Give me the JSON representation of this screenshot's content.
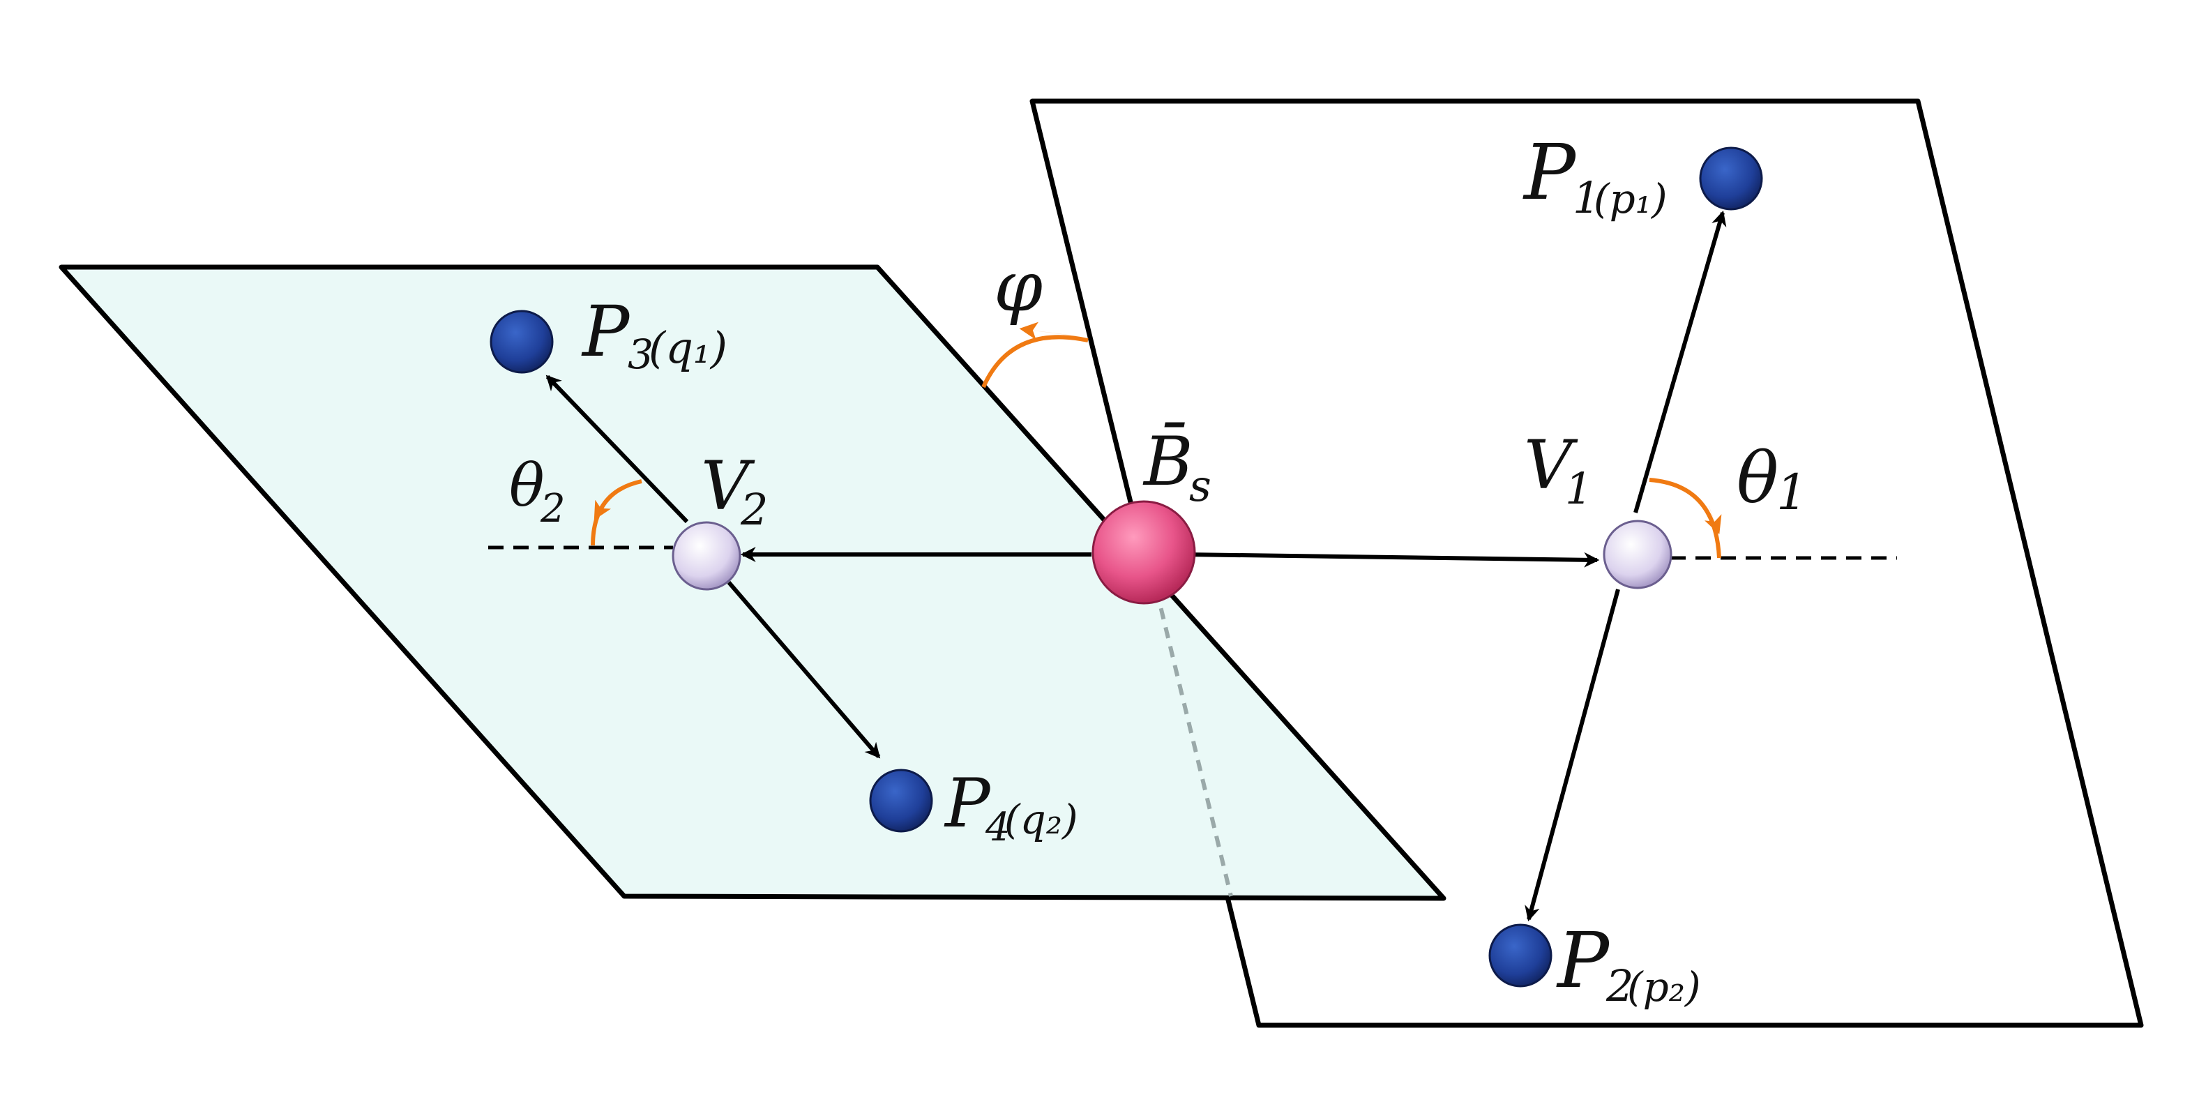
{
  "colors": {
    "plane_left_fill": "#eaf9f7",
    "outline": "#000000",
    "angle_arc": "#f07a12",
    "parent_node": "#e24478",
    "vertex_node": "#ddd6ef",
    "particle_node": "#1f3f99",
    "intersection_line": "#9aa9a9"
  },
  "labels": {
    "parent": {
      "main": "B̄",
      "sub": "s"
    },
    "v1": {
      "main": "V",
      "sub": "1"
    },
    "v2": {
      "main": "V",
      "sub": "2"
    },
    "theta1": {
      "main": "θ",
      "sub": "1"
    },
    "theta2": {
      "main": "θ",
      "sub": "2"
    },
    "phi": "φ",
    "p1": {
      "main": "P",
      "sub": "1",
      "arg": "(p₁)"
    },
    "p2": {
      "main": "P",
      "sub": "2",
      "arg": "(p₂)"
    },
    "p3": {
      "main": "P",
      "sub": "3",
      "arg": "(q₁)"
    },
    "p4": {
      "main": "P",
      "sub": "4",
      "arg": "(q₂)"
    }
  }
}
